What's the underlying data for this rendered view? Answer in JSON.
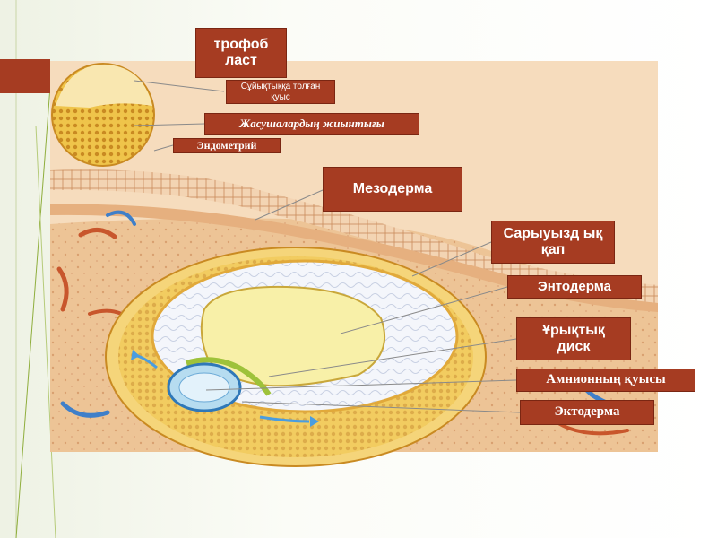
{
  "labels": {
    "trophoblast": "трофоб ласт",
    "fluid_cavity": "Сұйықтыққа толған қуыс",
    "cell_cluster": "Жасушалардың жиынтығы",
    "endometrium": "Эндометрий",
    "mesoderm": "Мезодерма",
    "yolk_sac": "Сарыуызд ық қап",
    "endoderm": "Энтодерма",
    "embryonic_disc": "Ұрықтық диск",
    "amniotic_cavity": "Амнионның қуысы",
    "ectoderm": "Эктодерма"
  },
  "colors": {
    "label_bg": "#a63c22",
    "tissue": "#e9b889",
    "yolk": "#f8f0a8"
  }
}
